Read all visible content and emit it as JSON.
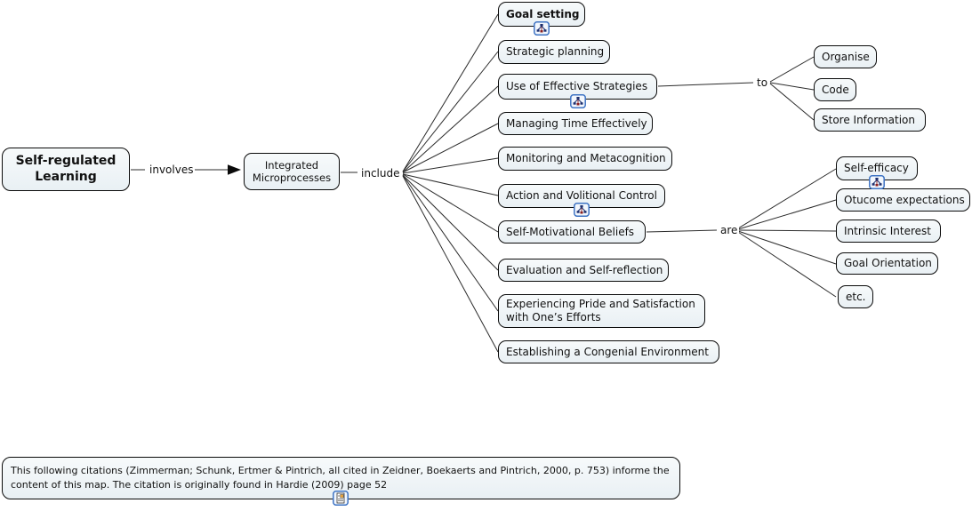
{
  "canvas": {
    "background": "#ffffff",
    "node_fill": "#edf3f6",
    "node_border": "#0a0a0a",
    "line_color": "#2b2b2b",
    "icon_border": "#3f74c4"
  },
  "nodes": {
    "root": "Self-regulated Learning",
    "integrated": "Integrated Microprocesses"
  },
  "link_labels": {
    "involves": "involves",
    "include": "include",
    "to": "to",
    "are": "are"
  },
  "include_items": [
    {
      "label": "Goal setting",
      "bold": true,
      "icon": "linked-map-icon"
    },
    {
      "label": "Strategic planning"
    },
    {
      "label": "Use of Effective Strategies",
      "icon": "linked-map-icon"
    },
    {
      "label": "Managing Time Effectively"
    },
    {
      "label": "Monitoring and Metacognition"
    },
    {
      "label": "Action and Volitional Control",
      "icon": "linked-map-icon"
    },
    {
      "label": "Self-Motivational Beliefs"
    },
    {
      "label": "Evaluation and Self-reflection"
    },
    {
      "label": "Experiencing Pride and Satisfaction with One’s Efforts"
    },
    {
      "label": "Establishing a Congenial Environment"
    }
  ],
  "to_items": [
    {
      "label": "Organise"
    },
    {
      "label": "Code"
    },
    {
      "label": "Store Information"
    }
  ],
  "are_items": [
    {
      "label": "Self-efficacy",
      "icon": "linked-map-icon"
    },
    {
      "label": "Otucome expectations"
    },
    {
      "label": "Intrinsic Interest"
    },
    {
      "label": "Goal Orientation"
    },
    {
      "label": "etc."
    }
  ],
  "citation": {
    "text": "This following citations (Zimmerman; Schunk, Ertmer & Pintrich, all cited in Zeidner, Boekaerts and Pintrich, 2000, p. 753) informe the content of this map. The citation is originally found in Hardie (2009) page 52",
    "icon": "attached-resource-icon"
  }
}
